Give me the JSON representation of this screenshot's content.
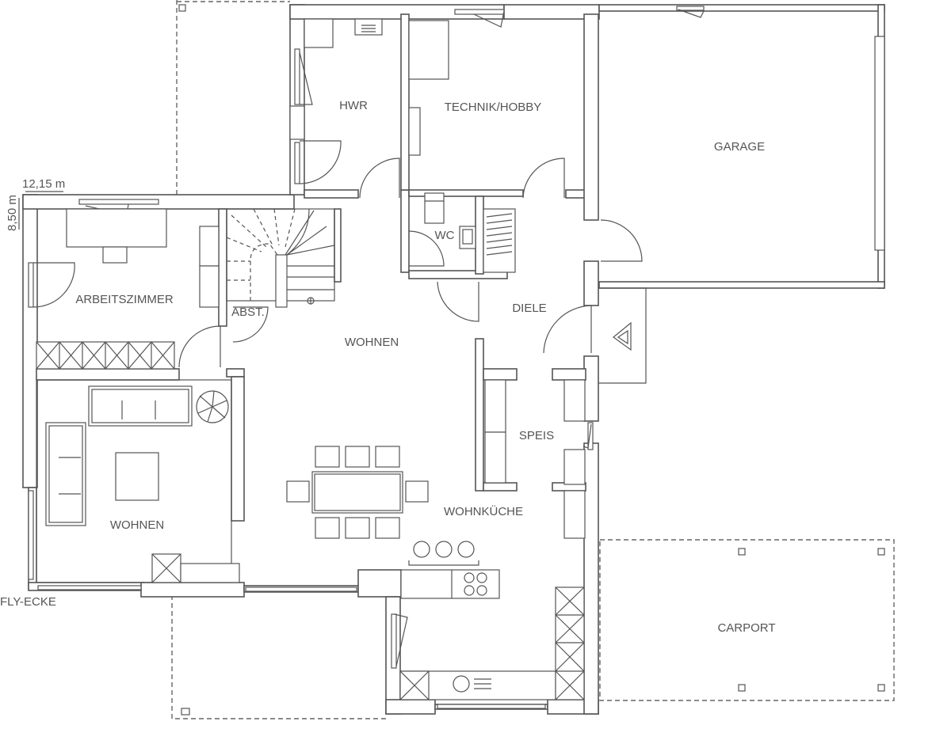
{
  "rooms": {
    "hwr": "HWR",
    "technik": "TECHNIK/HOBBY",
    "garage": "GARAGE",
    "arbeitszimmer": "ARBEITSZIMMER",
    "wc": "WC",
    "abst": "ABST.",
    "diele": "DIELE",
    "wohnen_center": "WOHNEN",
    "speis": "SPEIS",
    "wohnen_living": "WOHNEN",
    "wohnkueche": "WOHNKÜCHE",
    "carport": "CARPORT"
  },
  "annotations": {
    "fly_ecke": "FLY-ECKE",
    "width": "12,15 m",
    "depth": "8,50 m"
  },
  "colors": {
    "line": "#555555",
    "background": "#ffffff"
  }
}
